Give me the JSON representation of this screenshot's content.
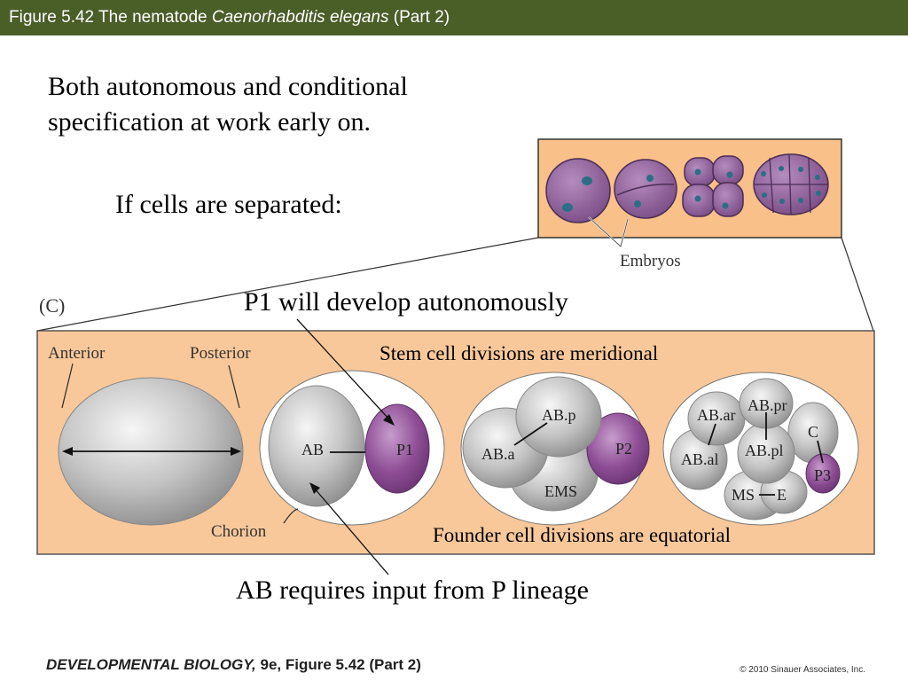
{
  "header": {
    "figure": "Figure 5.42  The nematode ",
    "species": "Caenorhabditis elegans",
    "part": " (Part 2)"
  },
  "notes": {
    "intro": "Both autonomous and conditional specification at work early on.",
    "separated": "If cells are separated:",
    "p1": "P1 will develop autonomously",
    "ab": "AB requires input from P lineage",
    "stem": "Stem cell divisions are meridional",
    "founder": "Founder cell divisions are equatorial"
  },
  "figure": {
    "panel": "(C)",
    "embryos_label": "Embryos",
    "anterior": "Anterior",
    "posterior": "Posterior",
    "chorion": "Chorion",
    "cells": {
      "ab": "AB",
      "p1": "P1",
      "aba": "AB.a",
      "abp": "AB.p",
      "p2": "P2",
      "ems": "EMS",
      "abar": "AB.ar",
      "abpr": "AB.pr",
      "abal": "AB.al",
      "abpl": "AB.pl",
      "c": "C",
      "p3": "P3",
      "ms": "MS",
      "e": "E"
    },
    "colors": {
      "panel_fill": "#f9c89a",
      "p_lineage": "#8e4e95",
      "embryo_purple": "#8a5a96",
      "header_bar": "#4a5e28"
    }
  },
  "footer": {
    "book": "DEVELOPMENTAL BIOLOGY,",
    "edition": " 9e, Figure 5.42 (Part 2)",
    "copyright": "© 2010 Sinauer Associates, Inc."
  }
}
